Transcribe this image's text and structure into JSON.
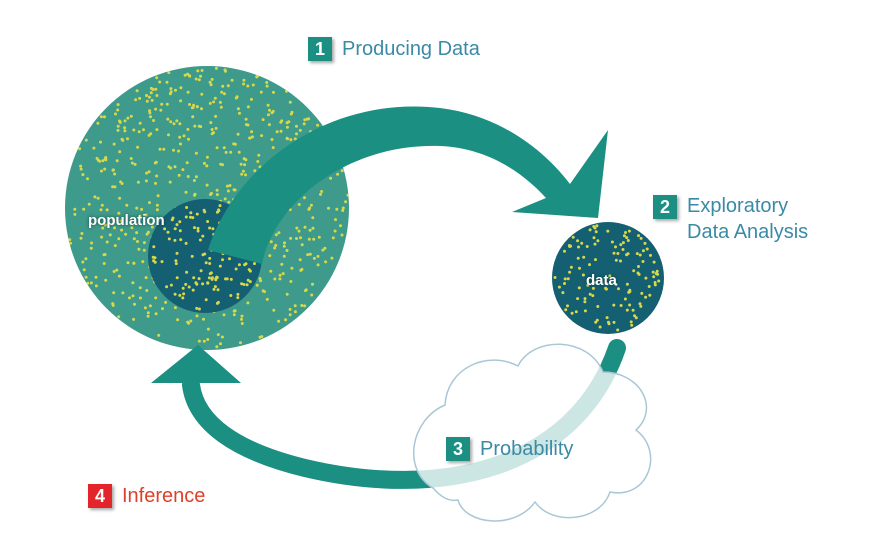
{
  "colors": {
    "population_fill": "#3e9a8a",
    "population_dots": "#d8d84a",
    "sample_fill": "#155f73",
    "data_fill": "#155f73",
    "arrow": "#1a8f82",
    "teal_badge": "#1a8f82",
    "teal_text": "#3a8aa6",
    "red_badge": "#e2252b",
    "red_text": "#e0402b",
    "cloud_stroke": "#a9c7d6"
  },
  "diagram": {
    "population_label": "population",
    "data_label": "data",
    "steps": [
      {
        "number": "1",
        "lines": [
          "Producing Data"
        ]
      },
      {
        "number": "2",
        "lines": [
          "Exploratory",
          "Data Analysis"
        ]
      },
      {
        "number": "3",
        "lines": [
          "Probability"
        ]
      },
      {
        "number": "4",
        "lines": [
          "Inference"
        ]
      }
    ]
  }
}
